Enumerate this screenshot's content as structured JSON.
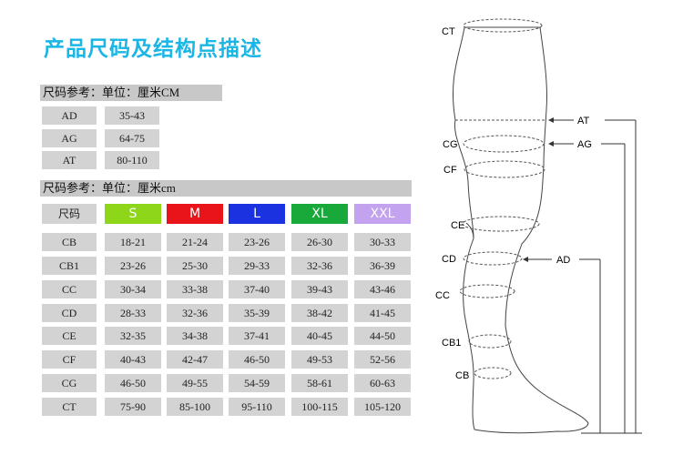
{
  "title": "产品尺码及结构点描述",
  "ref_table_1": {
    "header": "尺码参考：单位：厘米CM",
    "rows": [
      {
        "label": "AD",
        "value": "35-43"
      },
      {
        "label": "AG",
        "value": "64-75"
      },
      {
        "label": "AT",
        "value": "80-110"
      }
    ]
  },
  "ref_table_2": {
    "header": "尺码参考：单位：厘米cm",
    "corner_label": "尺码",
    "sizes": [
      {
        "label": "S",
        "color": "#8ed61a"
      },
      {
        "label": "M",
        "color": "#e8141a"
      },
      {
        "label": "L",
        "color": "#1a32e0"
      },
      {
        "label": "XL",
        "color": "#19a83a"
      },
      {
        "label": "XXL",
        "color": "#c3a2ef"
      }
    ],
    "rows": [
      {
        "label": "CB",
        "values": [
          "18-21",
          "21-24",
          "23-26",
          "26-30",
          "30-33"
        ]
      },
      {
        "label": "CB1",
        "values": [
          "23-26",
          "25-30",
          "29-33",
          "32-36",
          "36-39"
        ]
      },
      {
        "label": "CC",
        "values": [
          "30-34",
          "33-38",
          "37-40",
          "39-43",
          "43-46"
        ]
      },
      {
        "label": "CD",
        "values": [
          "28-33",
          "32-36",
          "35-39",
          "38-42",
          "41-45"
        ]
      },
      {
        "label": "CE",
        "values": [
          "32-35",
          "34-38",
          "37-41",
          "40-45",
          "44-50"
        ]
      },
      {
        "label": "CF",
        "values": [
          "40-43",
          "42-47",
          "46-50",
          "49-53",
          "52-56"
        ]
      },
      {
        "label": "CG",
        "values": [
          "46-50",
          "49-55",
          "54-59",
          "58-61",
          "60-63"
        ]
      },
      {
        "label": "CT",
        "values": [
          "75-90",
          "85-100",
          "95-110",
          "100-115",
          "105-120"
        ]
      }
    ]
  },
  "diagram": {
    "labels": {
      "CT": "CT",
      "CG": "CG",
      "CF": "CF",
      "CE": "CE",
      "CD": "CD",
      "CC": "CC",
      "CB1": "CB1",
      "CB": "CB",
      "AT": "AT",
      "AG": "AG",
      "AD": "AD"
    }
  }
}
